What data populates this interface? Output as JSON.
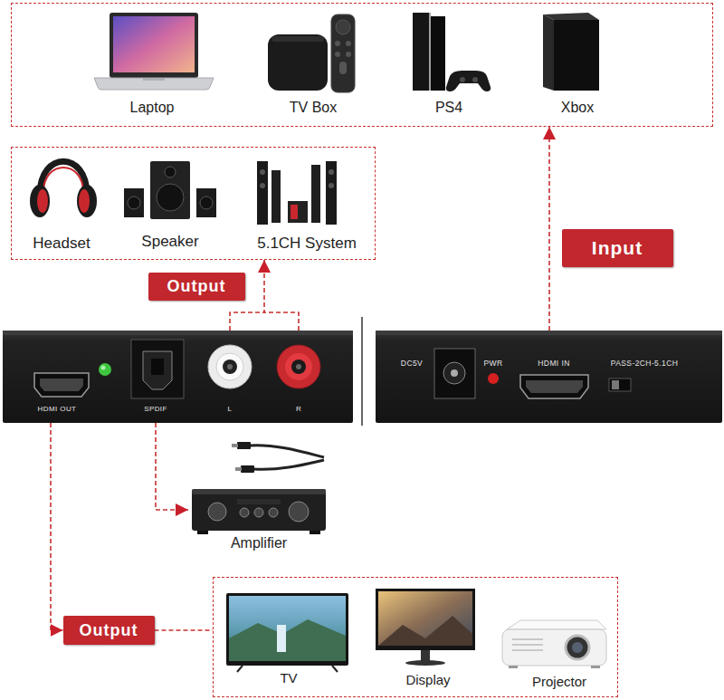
{
  "diagram": {
    "nodes": [
      {
        "text": [
          "Laptop",
          "TV Box",
          "PS4",
          "Xbox"
        ]
      },
      {
        "text": [
          "Headset",
          "Speaker",
          "5.1CH System"
        ]
      },
      {
        "text": [
          "Input"
        ]
      },
      {
        "text": [
          "Output"
        ]
      },
      {
        "text": [
          "HDMI OUT",
          "SPDIF",
          "L",
          "R"
        ]
      },
      {
        "text": [
          "DC5V",
          "PWR",
          "HDMI IN",
          "PASS-2CH-5.1CH"
        ]
      },
      {
        "text": [
          "Amplifier"
        ]
      },
      {
        "text": [
          "Output"
        ]
      },
      {
        "text": [
          "TV",
          "Display",
          "Projector"
        ]
      }
    ],
    "edges": [
      {
        "from": 4,
        "to": 1,
        "arrow": "to"
      },
      {
        "from": 5,
        "to": 0,
        "arrow": "to"
      },
      {
        "from": 4,
        "to": 6,
        "arrow": "to"
      },
      {
        "from": 4,
        "to": 7,
        "arrow": "to"
      },
      {
        "from": 7,
        "to": 8,
        "arrow": "none"
      }
    ]
  }
}
